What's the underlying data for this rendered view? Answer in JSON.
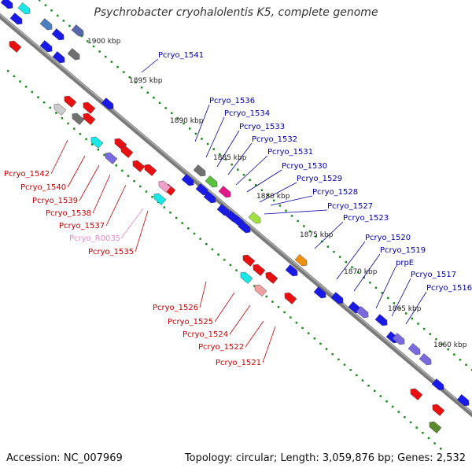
{
  "title": "Psychrobacter cryohalolentis K5, complete genome",
  "footer": {
    "accession": "Accession: NC_007969",
    "topology": "Topology: circular; Length: 3,059,876 bp; Genes: 2,532"
  },
  "colors": {
    "forward_gene": "#1a1ae8",
    "reverse_gene": "#e81010",
    "forward_label": "#0000aa",
    "reverse_label": "#cc0000",
    "rna_label": "#e888c8",
    "backbone": "#7a7a7a",
    "dots": "#1a8a1a"
  },
  "ruler_ticks": [
    {
      "label": "1900 kbp"
    },
    {
      "label": "1895 kbp"
    },
    {
      "label": "1890 kbp"
    },
    {
      "label": "1885 kbp"
    },
    {
      "label": "1880 kbp"
    },
    {
      "label": "1875 kbp"
    },
    {
      "label": "1870 kbp"
    },
    {
      "label": "1865 kbp"
    },
    {
      "label": "1860 kbp"
    }
  ],
  "forward_labels": [
    {
      "text": "Pcryo_1541"
    },
    {
      "text": "Pcryo_1536"
    },
    {
      "text": "Pcryo_1534"
    },
    {
      "text": "Pcryo_1533"
    },
    {
      "text": "Pcryo_1532"
    },
    {
      "text": "Pcryo_1531"
    },
    {
      "text": "Pcryo_1530"
    },
    {
      "text": "Pcryo_1529"
    },
    {
      "text": "Pcryo_1528"
    },
    {
      "text": "Pcryo_1527"
    },
    {
      "text": "Pcryo_1523"
    },
    {
      "text": "Pcryo_1520"
    },
    {
      "text": "Pcryo_1519"
    },
    {
      "text": "prpE"
    },
    {
      "text": "Pcryo_1517"
    },
    {
      "text": "Pcryo_1516"
    }
  ],
  "reverse_labels": [
    {
      "text": "Pcryo_1542"
    },
    {
      "text": "Pcryo_1540"
    },
    {
      "text": "Pcryo_1539"
    },
    {
      "text": "Pcryo_1538"
    },
    {
      "text": "Pcryo_1537"
    },
    {
      "text": "Pcryo_R0035"
    },
    {
      "text": "Pcryo_1535"
    },
    {
      "text": "Pcryo_1526"
    },
    {
      "text": "Pcryo_1525"
    },
    {
      "text": "Pcryo_1524"
    },
    {
      "text": "Pcryo_1522"
    },
    {
      "text": "Pcryo_1521"
    }
  ]
}
